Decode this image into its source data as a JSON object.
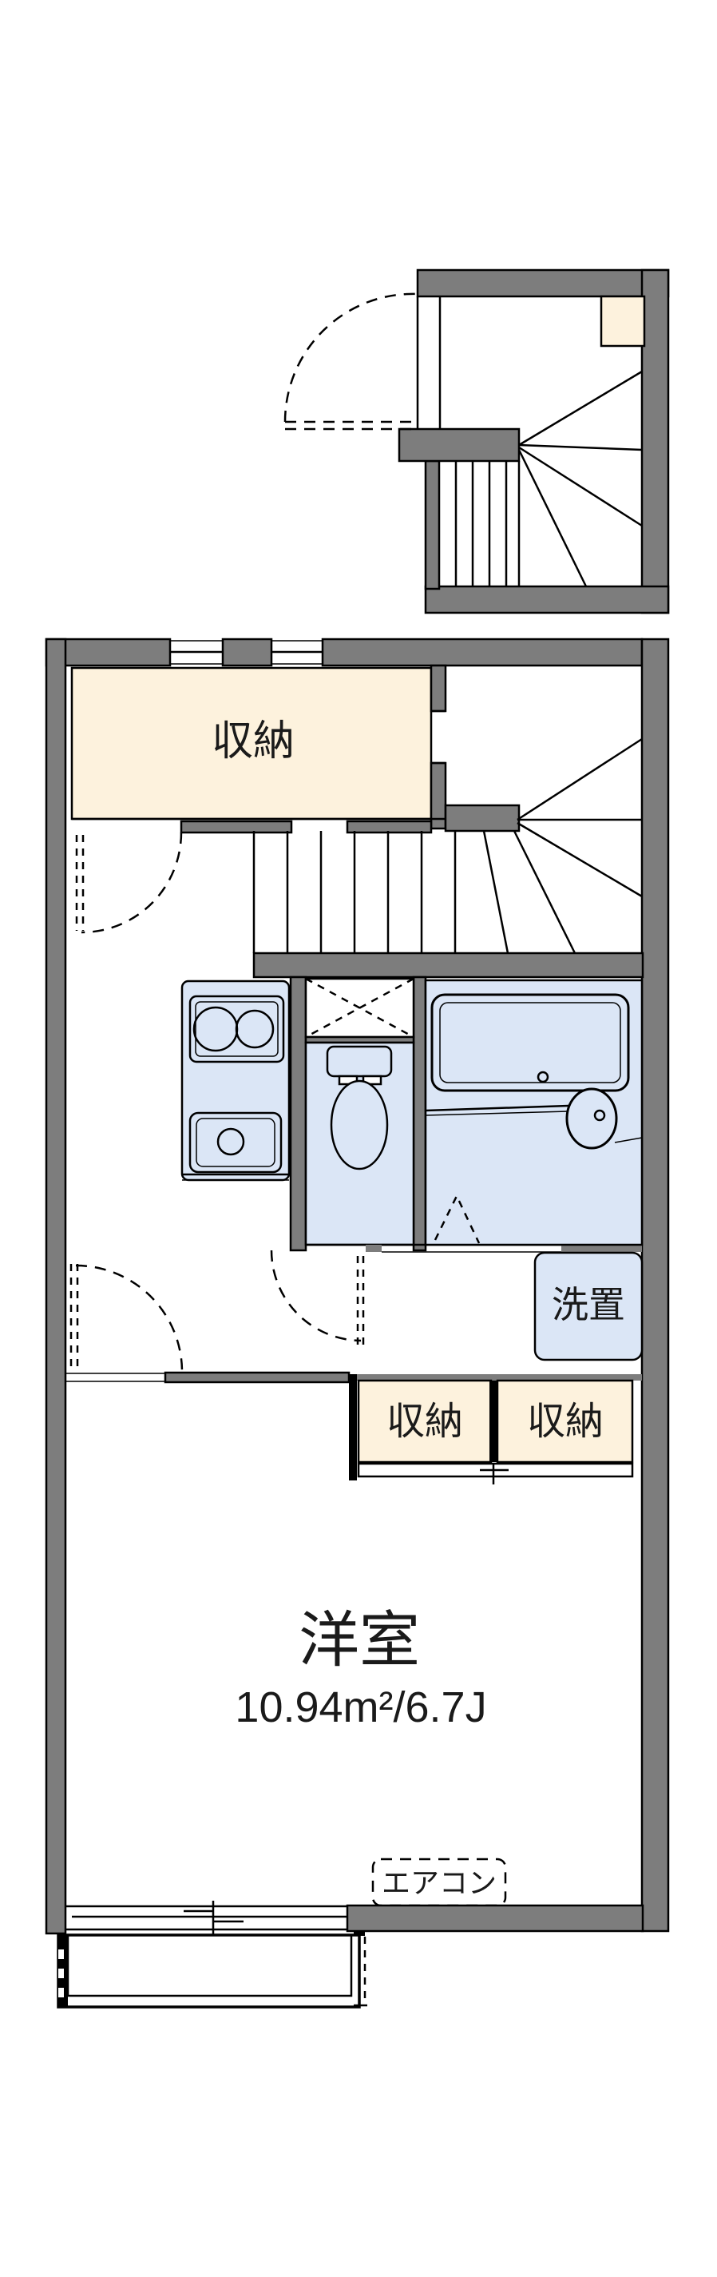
{
  "plan": {
    "upper_closet_label": "収納",
    "laundry_label": "洗置",
    "lower_closet_left_label": "収納",
    "lower_closet_right_label": "収納",
    "room_label": "洋室",
    "room_size_label": "10.94m²/6.7J",
    "aircon_label": "エアコン"
  },
  "colors": {
    "wall_gray": "#7d7d7d",
    "closet_cream": "#fdf2dd",
    "fixture_blue": "#dbe6f6",
    "outline_black": "#000000",
    "background": "#ffffff"
  }
}
